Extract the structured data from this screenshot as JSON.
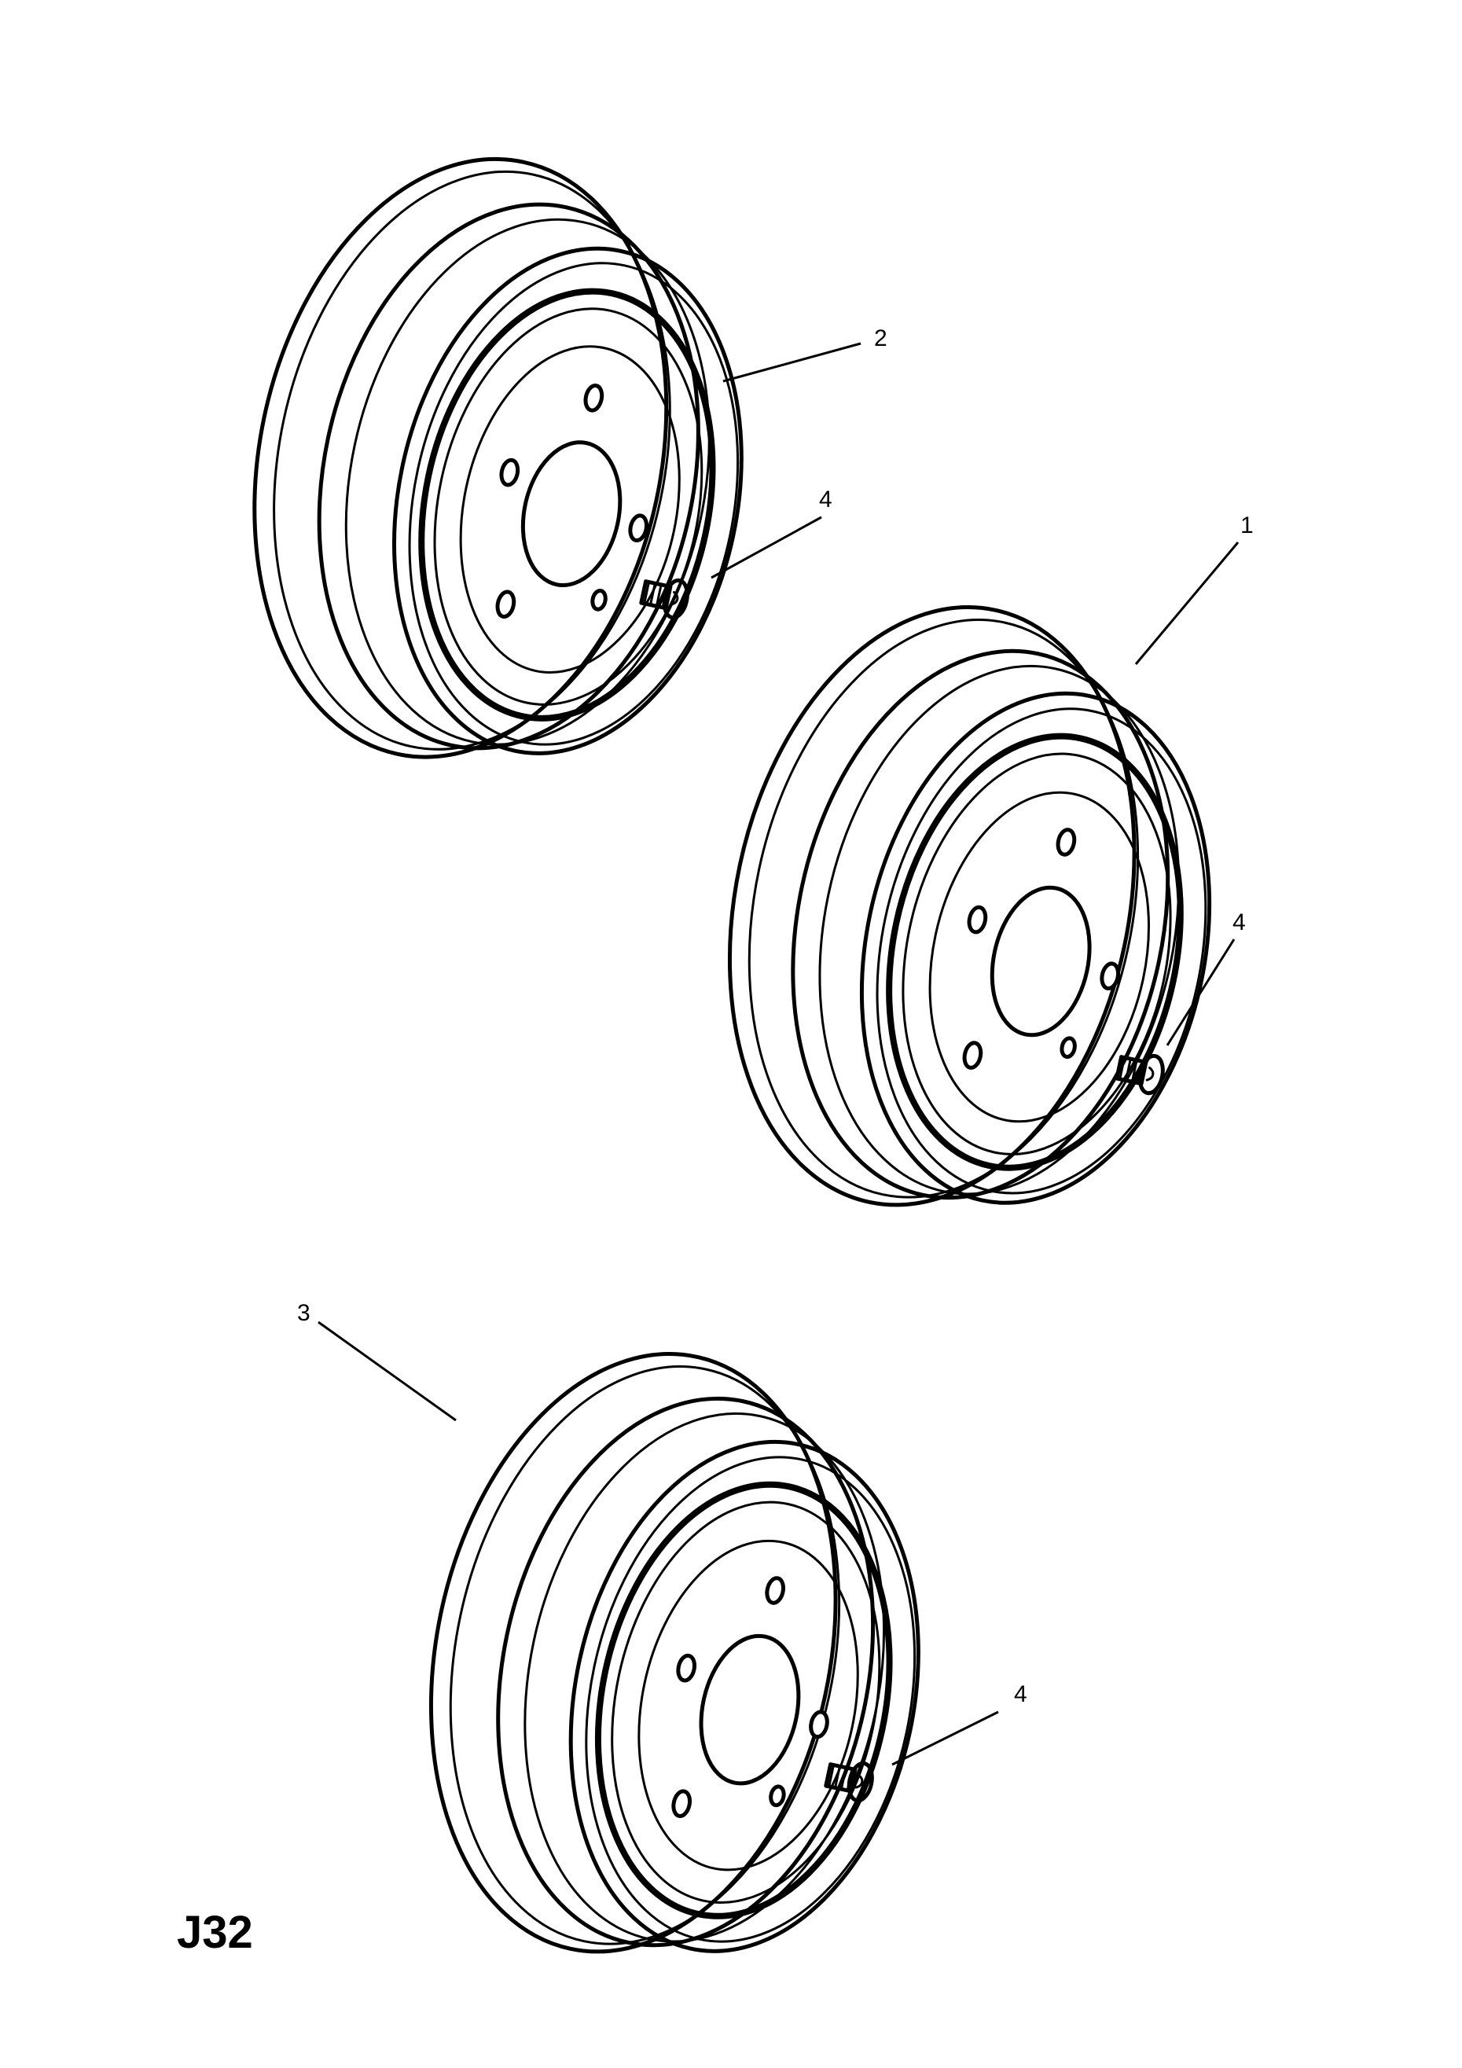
{
  "diagram_code": "J32",
  "callouts": {
    "drum_upper": "2",
    "drum_middle": "1",
    "drum_lower": "3",
    "bolt_upper": "4",
    "bolt_middle": "4",
    "bolt_lower": "4"
  },
  "colors": {
    "line": "#000000",
    "background": "#ffffff"
  }
}
